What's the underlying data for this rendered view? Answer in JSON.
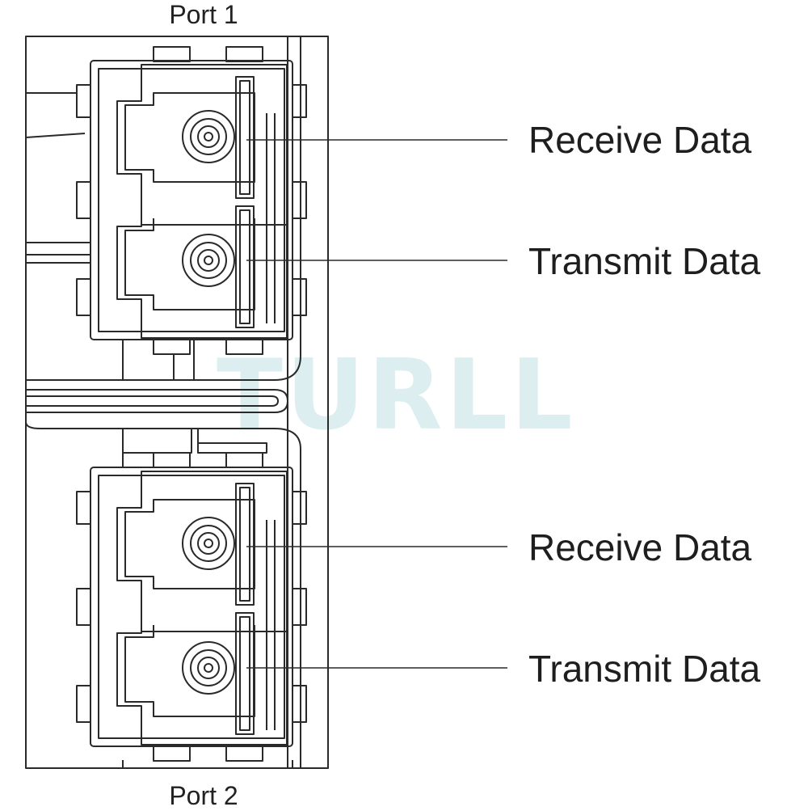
{
  "ports": [
    {
      "title": "Port 1",
      "receive_label": "Receive Data",
      "transmit_label": "Transmit Data"
    },
    {
      "title": "Port 2",
      "receive_label": "Receive Data",
      "transmit_label": "Transmit Data"
    }
  ],
  "watermark": "TURLL",
  "colors": {
    "line": "#2a2a2a",
    "watermark": "#d6ecee",
    "background": "#ffffff"
  }
}
